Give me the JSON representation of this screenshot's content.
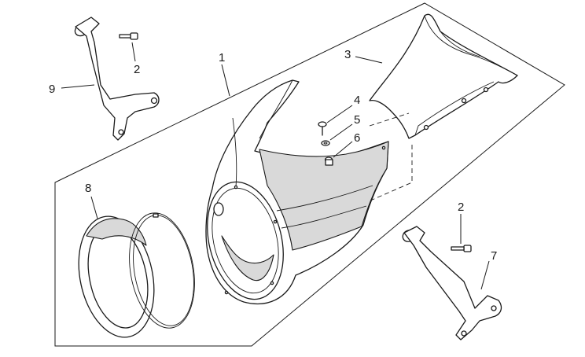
{
  "diagram": {
    "callouts": [
      {
        "id": "c1",
        "label": "1"
      },
      {
        "id": "c2a",
        "label": "2"
      },
      {
        "id": "c2b",
        "label": "2"
      },
      {
        "id": "c3",
        "label": "3"
      },
      {
        "id": "c4",
        "label": "4"
      },
      {
        "id": "c5",
        "label": "5"
      },
      {
        "id": "c6",
        "label": "6"
      },
      {
        "id": "c7",
        "label": "7"
      },
      {
        "id": "c8",
        "label": "8"
      },
      {
        "id": "c9",
        "label": "9"
      }
    ]
  }
}
